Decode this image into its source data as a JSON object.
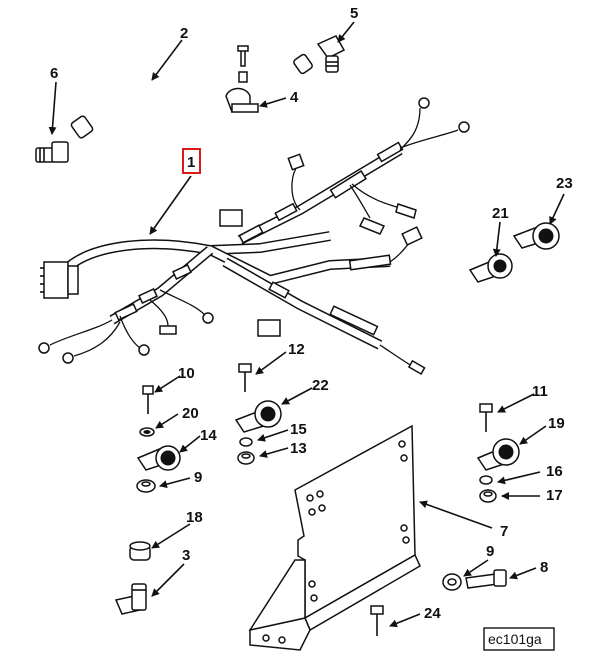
{
  "drawing_code": "ec101ga",
  "callouts": {
    "c1": "1",
    "c2": "2",
    "c3": "3",
    "c4": "4",
    "c5": "5",
    "c6": "6",
    "c7": "7",
    "c8": "8",
    "c9a": "9",
    "c9b": "9",
    "c10": "10",
    "c11": "11",
    "c12": "12",
    "c13": "13",
    "c14": "14",
    "c15": "15",
    "c16": "16",
    "c17": "17",
    "c18": "18",
    "c19": "19",
    "c20": "20",
    "c21": "21",
    "c22": "22",
    "c23": "23",
    "c24": "24"
  },
  "highlight_color": "#d91a1a"
}
